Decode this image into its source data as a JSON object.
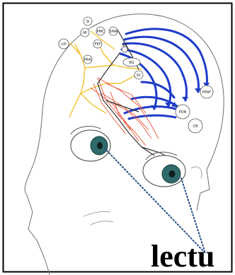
{
  "colors": {
    "frame": "#000000",
    "outline": "#6f6f6f",
    "pathway_blue": "#1e3cc8",
    "pathway_yellow": "#f2c230",
    "pathway_red": "#e8553a",
    "pathway_black": "#333333",
    "iris": "#2f6b6b",
    "pointer": "#2a4f86"
  },
  "icons": {
    "head": "head-profile-icon",
    "eye": "eyeball-icon"
  },
  "diagram": {
    "nodes": [
      {
        "id": "SI",
        "label": "SI"
      },
      {
        "id": "MI",
        "label": "MI"
      },
      {
        "id": "PMC",
        "label": "PMC"
      },
      {
        "id": "SMA",
        "label": "SMA"
      },
      {
        "id": "FEF",
        "label": "FEF"
      },
      {
        "id": "LIP",
        "label": "LIP"
      },
      {
        "id": "PRR",
        "label": "PRR"
      },
      {
        "id": "BG",
        "label": "BG"
      },
      {
        "id": "SN",
        "label": "SN"
      },
      {
        "id": "SC",
        "label": "SC"
      },
      {
        "id": "PPRF",
        "label": "PPRF"
      },
      {
        "id": "PON",
        "label": "PON"
      },
      {
        "id": "CB",
        "label": "CB"
      }
    ]
  },
  "caption": "lectu"
}
